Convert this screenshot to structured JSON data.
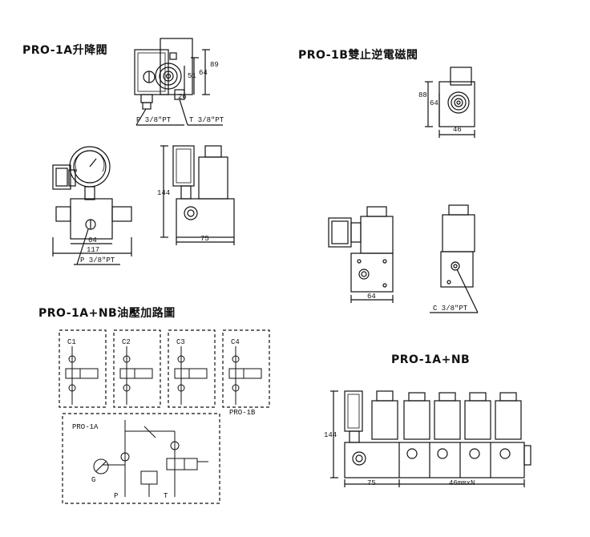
{
  "titles": {
    "pro1a": "PRO-1A升降閥",
    "pro1b": "PRO-1B雙止逆電磁閥",
    "circuit": "PRO-1A+NB油壓加路圖",
    "assembly": "PRO-1A+NB"
  },
  "pro1a_top": {
    "dim_89": "89",
    "dim_64": "64",
    "dim_51": "51",
    "dim_26": "26",
    "port_p": "P 3/8\"PT",
    "port_t": "T 3/8\"PT"
  },
  "pro1b_top": {
    "dim_88": "88",
    "dim_64": "64",
    "dim_46": "46"
  },
  "pro1a_front": {
    "dim_64": "64",
    "dim_117": "117",
    "port_p": "P 3/8\"PT"
  },
  "pro1a_side": {
    "dim_144": "144",
    "dim_75": "75"
  },
  "pro1b_front": {
    "dim_64": "64",
    "port_c": "C 3/8\"PT"
  },
  "circuit": {
    "c1": "C1",
    "c2": "C2",
    "c3": "C3",
    "c4": "C4",
    "pro1b_label": "PRO-1B",
    "pro1a_label": "PRO-1A",
    "g": "G",
    "p": "P",
    "t": "T"
  },
  "assembly": {
    "dim_144": "144",
    "dim_75": "75",
    "dim_46": "46mmxN"
  }
}
